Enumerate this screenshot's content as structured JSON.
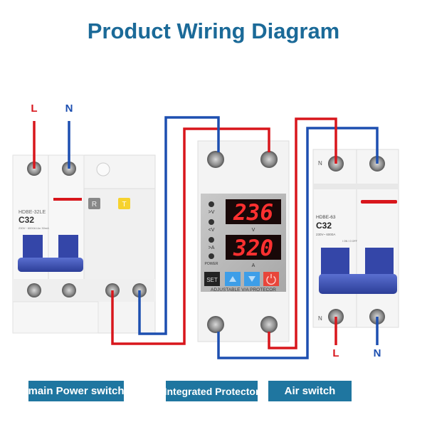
{
  "title": "Product Wiring Diagram",
  "colors": {
    "title": "#1b6a98",
    "label_bg": "#1f76a0",
    "live_wire": "#d8161c",
    "neutral_wire": "#1d4fb0",
    "handle": "#3c52b0"
  },
  "main_breaker": {
    "model": "HDBE-32LE",
    "rating": "C32",
    "specs": "230V~ 6000A IΔn 30mA",
    "reset_key": "R",
    "test_key": "T",
    "terminals": {
      "line": "L",
      "neutral": "N"
    }
  },
  "protector": {
    "voltage_display": "236",
    "current_display": "320",
    "voltage_unit": "V",
    "current_unit": "A",
    "indicators": [
      ">V",
      "<V",
      ">A",
      "POWER"
    ],
    "buttons": {
      "set": "SET",
      "up": "up-arrow-icon",
      "down": "down-arrow-icon",
      "power": "power-icon"
    },
    "caption": "ADJUSTABLE V/A PROTECOR"
  },
  "air_switch": {
    "model": "HDBE-63",
    "rating": "C32",
    "specs": "230V~ 6000A",
    "on_off": "I ON / O OFF",
    "n_mark": "N",
    "terminals": {
      "line": "L",
      "neutral": "N"
    }
  },
  "labels": {
    "main": "main Power switch",
    "protector": "Integrated Protector",
    "air": "Air switch"
  }
}
